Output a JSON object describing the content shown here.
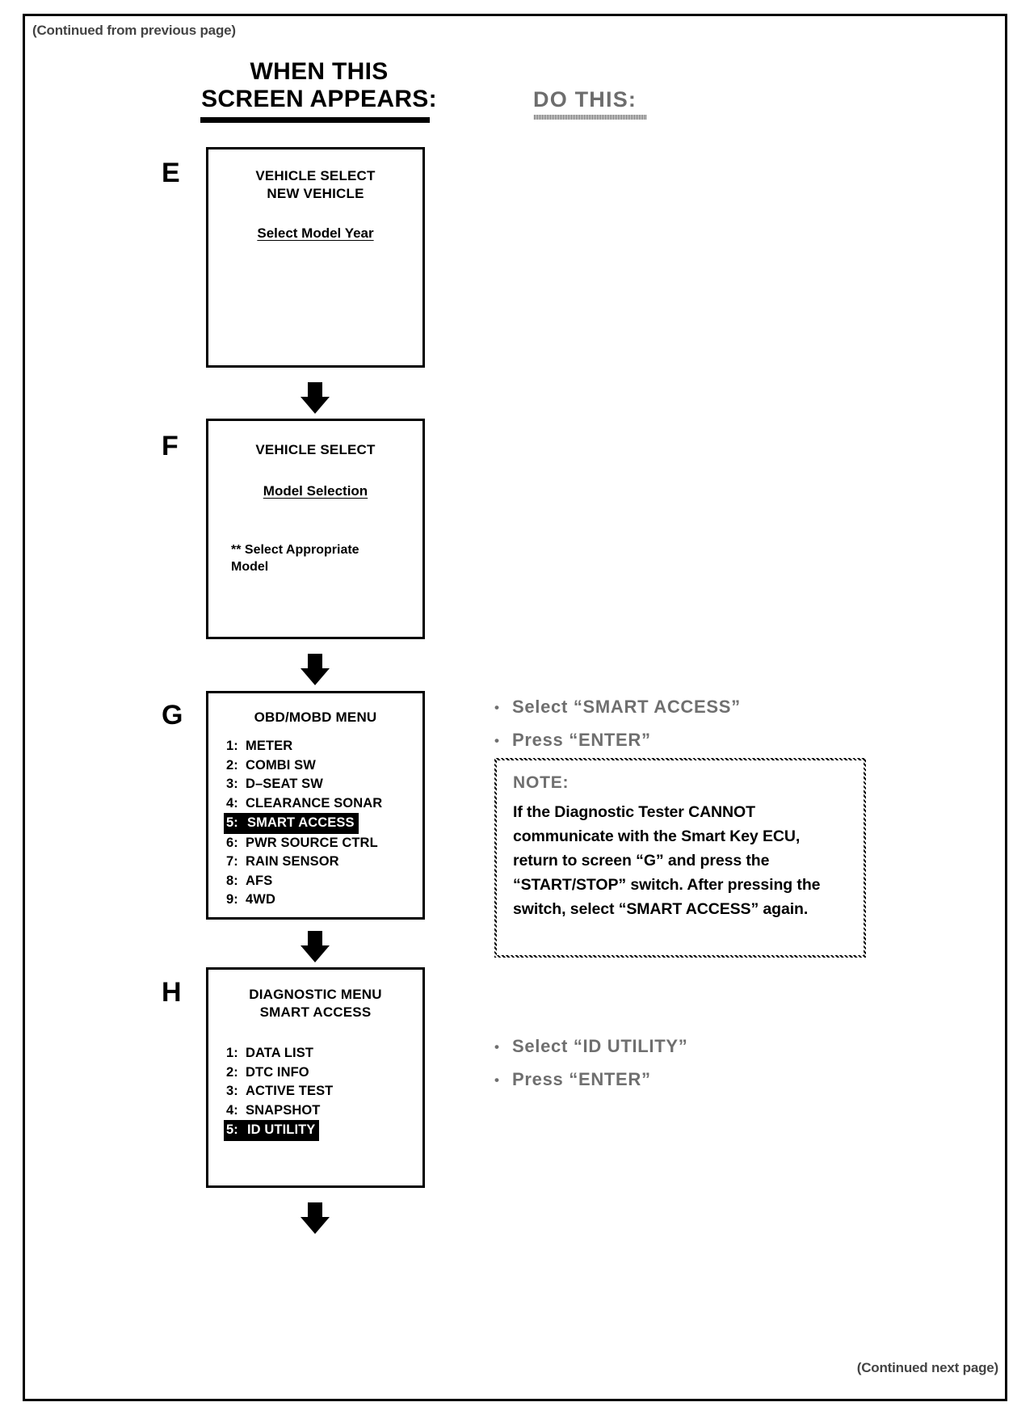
{
  "page": {
    "continued_from": "(Continued from previous page)",
    "continued_next": "(Continued next page)"
  },
  "headers": {
    "left_column": "WHEN THIS\nSCREEN APPEARS:",
    "left_column_line1": "WHEN THIS",
    "left_column_line2": "SCREEN APPEARS:",
    "right_column": "DO THIS:"
  },
  "steps": [
    {
      "letter": "E",
      "title_line1": "VEHICLE SELECT",
      "title_line2": "NEW VEHICLE",
      "subtitle": "Select Model Year"
    },
    {
      "letter": "F",
      "title_line1": "VEHICLE SELECT",
      "subtitle": "Model Selection",
      "note_line1": "** Select Appropriate",
      "note_line2": "Model"
    },
    {
      "letter": "G",
      "title_line1": "OBD/MOBD MENU",
      "menu": [
        {
          "index": "1:",
          "label": "METER",
          "selected": false
        },
        {
          "index": "2:",
          "label": "COMBI SW",
          "selected": false
        },
        {
          "index": "3:",
          "label": "D–SEAT SW",
          "selected": false
        },
        {
          "index": "4:",
          "label": "CLEARANCE SONAR",
          "selected": false
        },
        {
          "index": "5:",
          "label": "SMART ACCESS",
          "selected": true
        },
        {
          "index": "6:",
          "label": "PWR SOURCE CTRL",
          "selected": false
        },
        {
          "index": "7:",
          "label": "RAIN SENSOR",
          "selected": false
        },
        {
          "index": "8:",
          "label": "AFS",
          "selected": false
        },
        {
          "index": "9:",
          "label": "4WD",
          "selected": false
        }
      ],
      "instructions": [
        "Select  “SMART ACCESS”",
        "Press “ENTER”"
      ],
      "note": {
        "label": "NOTE:",
        "text": "If the Diagnostic Tester CANNOT communicate with the Smart Key ECU, return to screen “G” and press the “START/STOP” switch. After pressing the switch, select “SMART ACCESS” again."
      }
    },
    {
      "letter": "H",
      "title_line1": "DIAGNOSTIC MENU",
      "title_line2": "SMART ACCESS",
      "menu": [
        {
          "index": "1:",
          "label": "DATA LIST",
          "selected": false
        },
        {
          "index": "2:",
          "label": "DTC INFO",
          "selected": false
        },
        {
          "index": "3:",
          "label": "ACTIVE TEST",
          "selected": false
        },
        {
          "index": "4:",
          "label": "SNAPSHOT",
          "selected": false
        },
        {
          "index": "5:",
          "label": "ID UTILITY",
          "selected": true
        }
      ],
      "instructions": [
        "Select “ID UTILITY”",
        "Press “ENTER”"
      ]
    }
  ],
  "icons": {
    "arrow": "down-arrow-icon",
    "bullet": "bullet-dot-icon"
  },
  "colors": {
    "ink": "#000000",
    "dithered_gray": "#6f6f6f",
    "paper": "#ffffff"
  }
}
